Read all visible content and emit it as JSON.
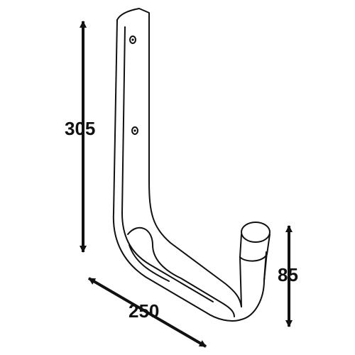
{
  "dimensions": {
    "height": "305",
    "depth": "250",
    "tip_height": "85"
  },
  "colors": {
    "line": "#111111",
    "background": "#ffffff"
  }
}
